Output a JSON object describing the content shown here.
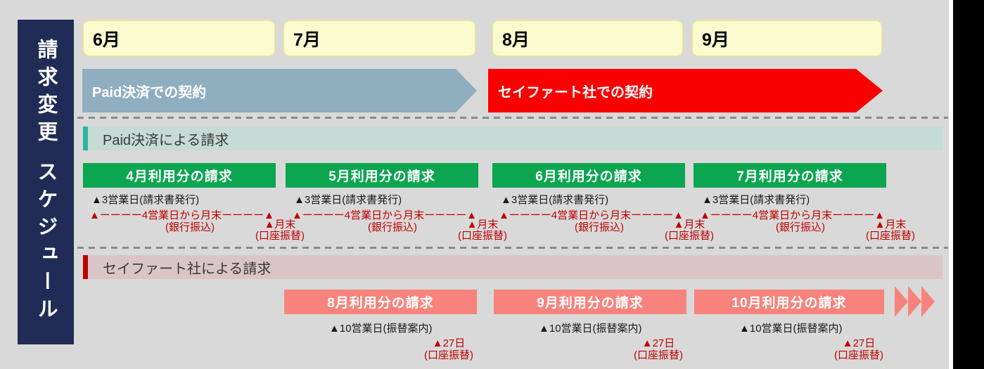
{
  "sidebar": {
    "title": "請求変更 スケジュール"
  },
  "months": [
    "6月",
    "7月",
    "8月",
    "9月"
  ],
  "contracts": [
    {
      "label": "Paid決済での契約"
    },
    {
      "label": "セイファート社での契約"
    }
  ],
  "paid_section": {
    "title": "Paid決済による請求",
    "columns": [
      {
        "label": "4月利用分の請求",
        "issue_note": "▲3営業日(請求書発行)",
        "window_note": "▲ーーーー4営業日から月末ーーーー▲",
        "window_sub": "(銀行振込)",
        "end_note": "▲月末",
        "end_sub": "(口座振替)"
      },
      {
        "label": "5月利用分の請求",
        "issue_note": "▲3営業日(請求書発行)",
        "window_note": "▲ーーーー4営業日から月末ーーーー▲",
        "window_sub": "(銀行振込)",
        "end_note": "▲月末",
        "end_sub": "(口座振替)"
      },
      {
        "label": "6月利用分の請求",
        "issue_note": "▲3営業日(請求書発行)",
        "window_note": "▲ーーーー4営業日から月末ーーーー▲",
        "window_sub": "(銀行振込)",
        "end_note": "▲月末",
        "end_sub": "(口座振替)"
      },
      {
        "label": "7月利用分の請求",
        "issue_note": "▲3営業日(請求書発行)",
        "window_note": "▲ーーーー4営業日から月末ーーーー▲",
        "window_sub": "(銀行振込)",
        "end_note": "▲月末",
        "end_sub": "(口座振替)"
      }
    ]
  },
  "seifert_section": {
    "title": "セイファート社による請求",
    "columns": [
      {
        "label": "8月利用分の請求",
        "notice_note": "▲10営業日(振替案内)",
        "debit_note": "▲27日",
        "debit_sub": "(口座振替)"
      },
      {
        "label": "9月利用分の請求",
        "notice_note": "▲10営業日(振替案内)",
        "debit_note": "▲27日",
        "debit_sub": "(口座振替)"
      },
      {
        "label": "10月利用分の請求",
        "notice_note": "▲10営業日(振替案内)",
        "debit_note": "▲27日",
        "debit_sub": "(口座振替)"
      }
    ]
  },
  "icons": {
    "continue_arrows": "triple-chevron-right"
  },
  "colors": {
    "bg": "#D9D9D9",
    "sidebar": "#202C56",
    "monthBg": "#FBFBD0",
    "monthBorder": "#E4E4A4",
    "paidArrow": "#8FAEBF",
    "seifArrow": "#FA0000",
    "tealAccent": "#2CB4A4",
    "tealBg": "#C5DBD5",
    "green": "#0BA64F",
    "redAccent": "#C00000",
    "pinkBg": "#D9C5C7",
    "salmon": "#F8837C",
    "redText": "#C00000",
    "dash": "#8A8A8A",
    "ink": "#1A1A1A",
    "sectionInk": "#3A3A3A"
  }
}
